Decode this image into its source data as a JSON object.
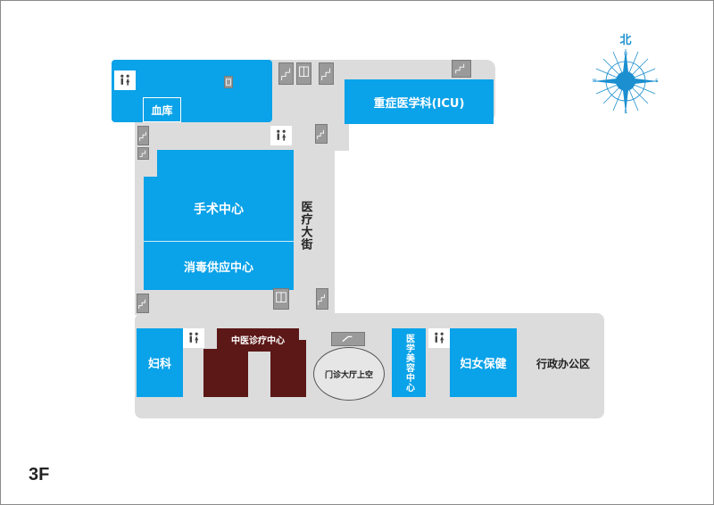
{
  "floor": "3F",
  "compass": {
    "north_label": "北",
    "n": "N",
    "s": "S",
    "e": "E",
    "w": "W"
  },
  "rooms": {
    "blood_bank": "血库",
    "icu": "重症医学科(ICU)",
    "surgery": "手术中心",
    "sterilization": "消毒供应中心",
    "main_street": "医疗大街",
    "gynecology": "妇科",
    "tcm": "中医诊疗中心",
    "lobby_void": "门诊大厅上空",
    "cosmetic": "医学美容中心",
    "womens_health": "妇女保健",
    "admin": "行政办公区"
  },
  "colors": {
    "department": "#0aa2e8",
    "tcm": "#5c1717",
    "corridor": "#dcdcdc",
    "facility_icon": "#9a9a9a"
  },
  "icons": {
    "restroom": "restroom-icon",
    "elevator": "elevator-icon",
    "stairs": "stairs-icon",
    "escalator": "escalator-icon"
  }
}
